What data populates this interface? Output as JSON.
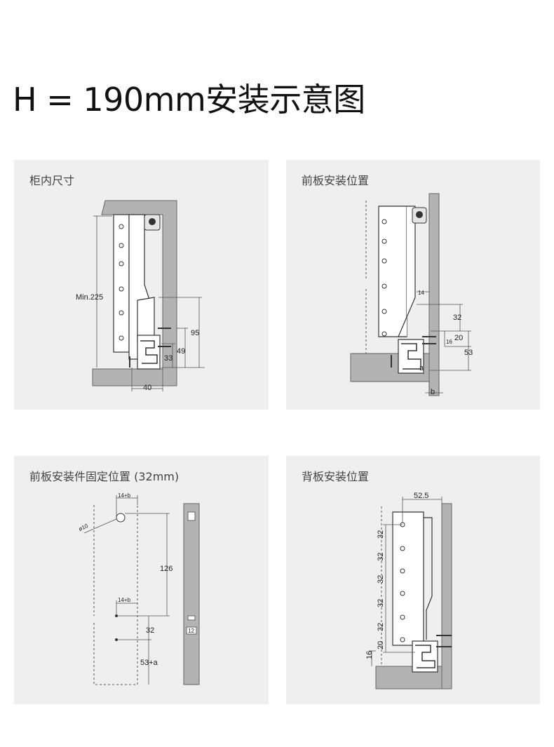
{
  "page": {
    "title": "H = 190mm安装示意图"
  },
  "panels": [
    {
      "title": "柜内尺寸",
      "labels": {
        "min": "Min.225",
        "d95": "95",
        "d49": "49",
        "d33": "33",
        "d40": "40"
      }
    },
    {
      "title": "前板安装位置",
      "labels": {
        "d14": "14",
        "d32": "32",
        "d20": "20",
        "d16": "16",
        "d53": "53",
        "a": "a",
        "b": "b"
      }
    },
    {
      "title": "前板安装件固定位置 (32mm)",
      "labels": {
        "d14b_top": "14+b",
        "phi": "ø10",
        "d126": "126",
        "d14b_mid": "14+b",
        "d32": "32",
        "d53a": "53+a",
        "d12": "12"
      }
    },
    {
      "title": "背板安装位置",
      "labels": {
        "d525": "52.5",
        "v32_1": "32",
        "v32_2": "32",
        "v32_3": "32",
        "v32_4": "32",
        "v32_5": "32",
        "v20": "20",
        "v16": "16"
      }
    }
  ],
  "colors": {
    "panel_bg": "#efefef",
    "board": "#b3b3b3",
    "line": "#333333",
    "dim": "#444444"
  }
}
